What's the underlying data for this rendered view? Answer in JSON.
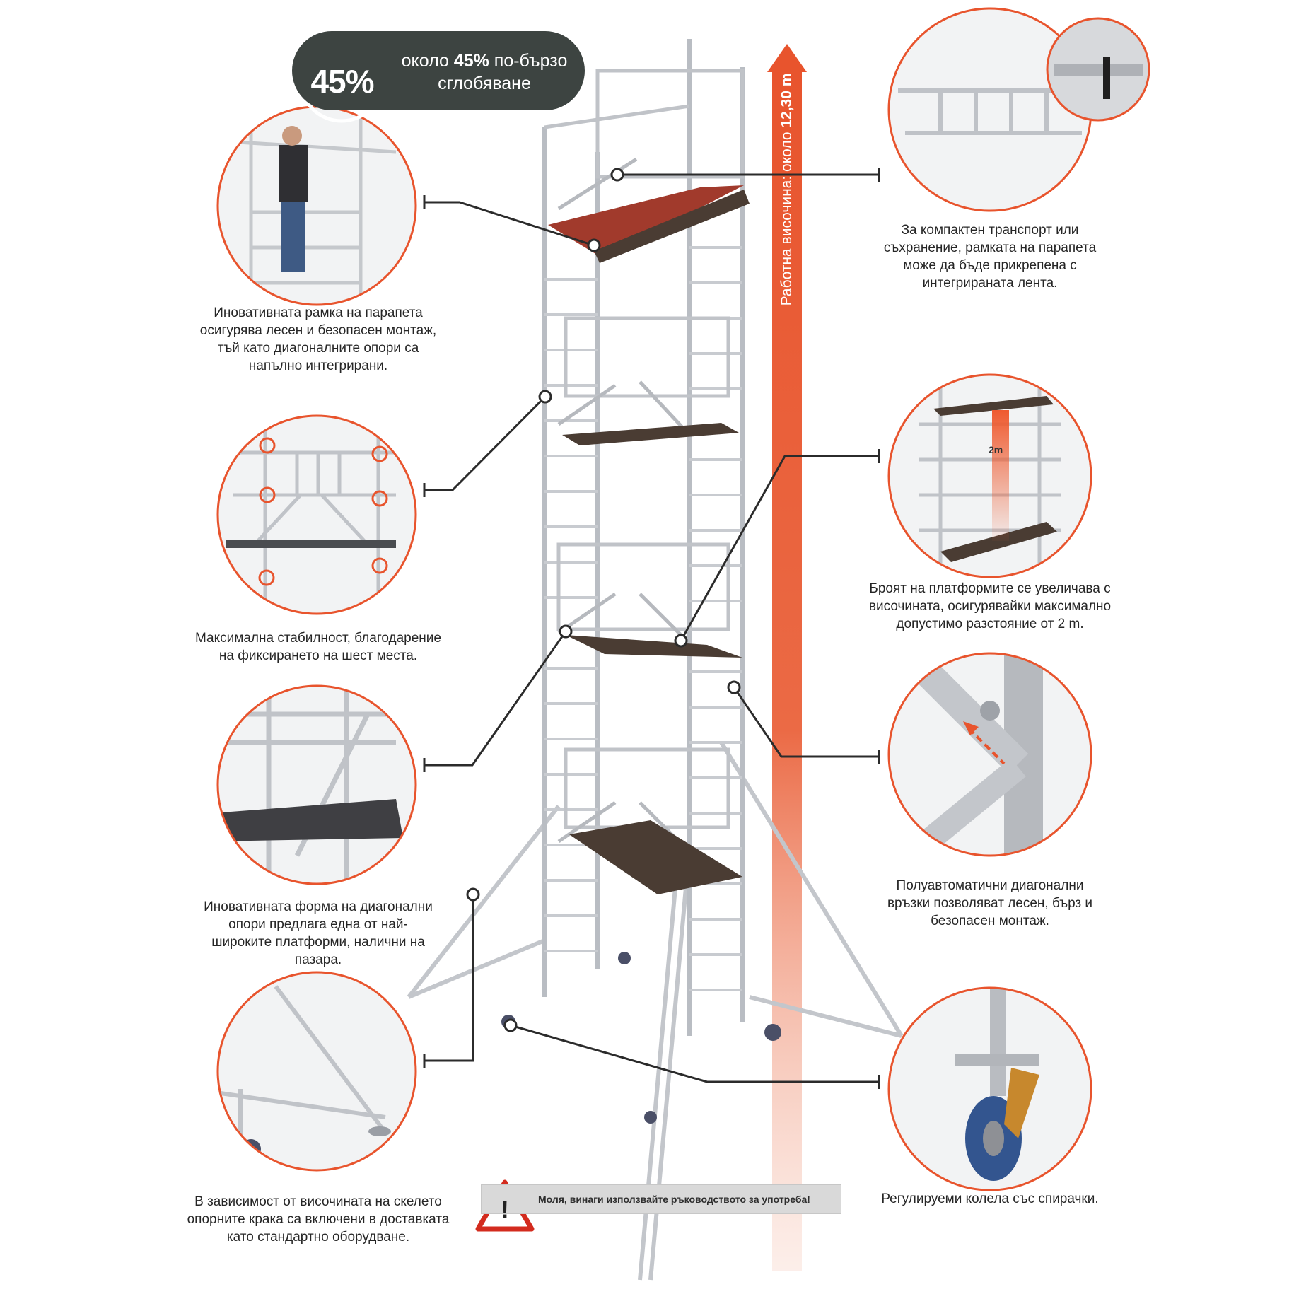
{
  "badge": {
    "percent": "45%",
    "line1_prefix": "около ",
    "line1_bold": "45%",
    "line1_suffix": " по-бързо",
    "line2": "сглобяване"
  },
  "height_arrow": {
    "label_prefix": "Работна височина: около ",
    "label_bold": "12,30 m"
  },
  "inset_distance_label": "2m",
  "captions": {
    "guardrail": "Иновативната рамка на парапета\nосигурява лесен и безопасен монтаж,\nтъй като диагоналните опори са\nнапълно интегрирани.",
    "stability": "Максимална стабилност, благодарение\nна фиксирането на шест места.",
    "diagonal_shape": "Иновативната форма на диагонални\nопори предлага една от най-\nшироките платформи, налични на\nпазара.",
    "outriggers": "В зависимост от височината на скелето\nопорните крака са включени в доставката\nкато стандартно оборудване.",
    "transport": "За компактен транспорт или\nсъхранение, рамката на парапета\nможе да бъде прикрепена с\nинтегрираната лента.",
    "platforms": "Броят на платформите се увеличава с\nвисочината, осигурявайки максимално\nдопустимо разстояние от 2 m.",
    "connectors": "Полуавтоматични диагонални\nвръзки позволяват лесен, бърз и\nбезопасен монтаж.",
    "wheels": "Регулируеми колела със спирачки."
  },
  "warning": {
    "symbol": "!",
    "text": "Моля, винаги използвайте ръководството за употреба!"
  },
  "colors": {
    "accent_orange": "#e8542d",
    "badge_bg": "#3d4441",
    "frame_aluminium": "#c9ccd1",
    "deck_brown": "#4a3c33",
    "deck_red": "#a13a2c",
    "callout_line": "#2b2b2b"
  }
}
